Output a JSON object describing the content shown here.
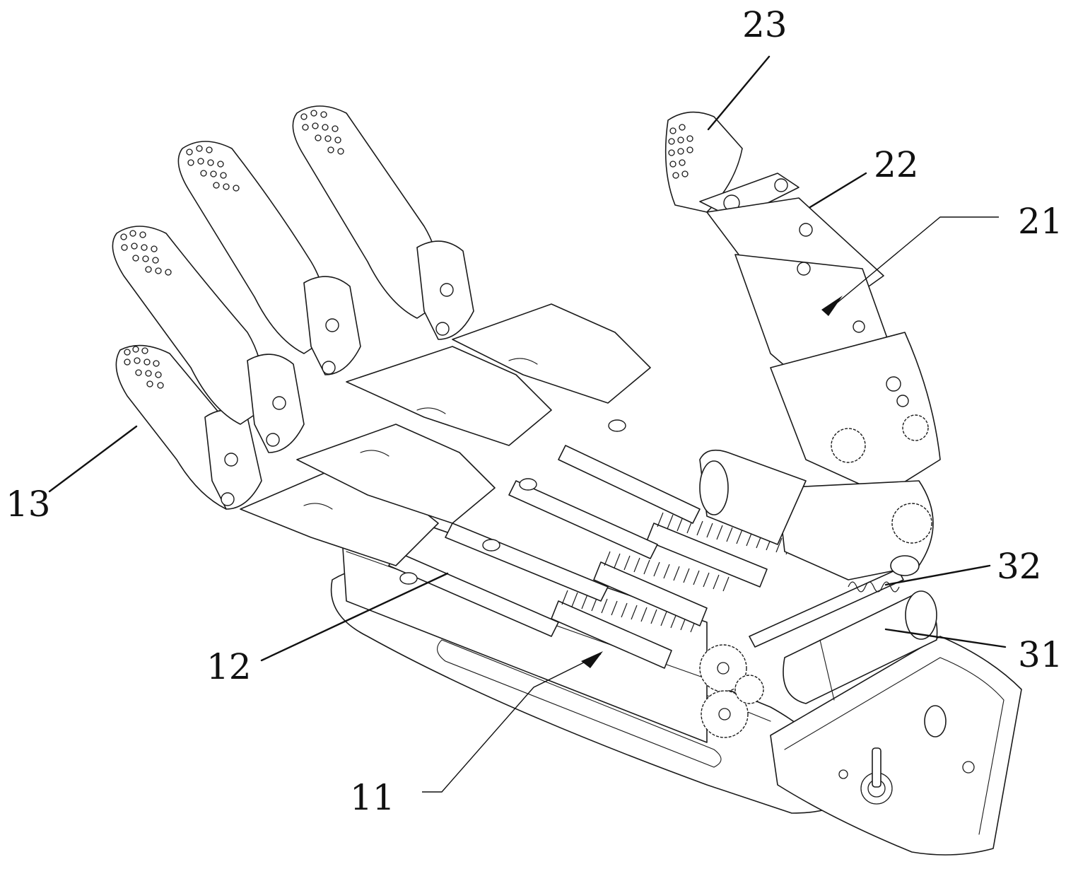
{
  "figure": {
    "subject": "Robotic prosthetic hand, perspective line drawing with cover removed",
    "colors": {
      "line": "#1a1a1a",
      "background": "#ffffff"
    },
    "reference_numerals": [
      {
        "id": "11",
        "label": "11",
        "points_to": "spring drive assembly in palm",
        "leader_style": "arrow"
      },
      {
        "id": "12",
        "label": "12",
        "points_to": "finger drive rod / palm linkage",
        "leader_style": "line"
      },
      {
        "id": "13",
        "label": "13",
        "points_to": "little finger",
        "leader_style": "line"
      },
      {
        "id": "21",
        "label": "21",
        "points_to": "thumb drive mechanism",
        "leader_style": "arrow"
      },
      {
        "id": "22",
        "label": "22",
        "points_to": "thumb middle segment",
        "leader_style": "line"
      },
      {
        "id": "23",
        "label": "23",
        "points_to": "thumb tip segment",
        "leader_style": "line"
      },
      {
        "id": "31",
        "label": "31",
        "points_to": "thumb rotation motor",
        "leader_style": "line"
      },
      {
        "id": "32",
        "label": "32",
        "points_to": "worm / spring on rotation shaft",
        "leader_style": "line"
      }
    ]
  }
}
